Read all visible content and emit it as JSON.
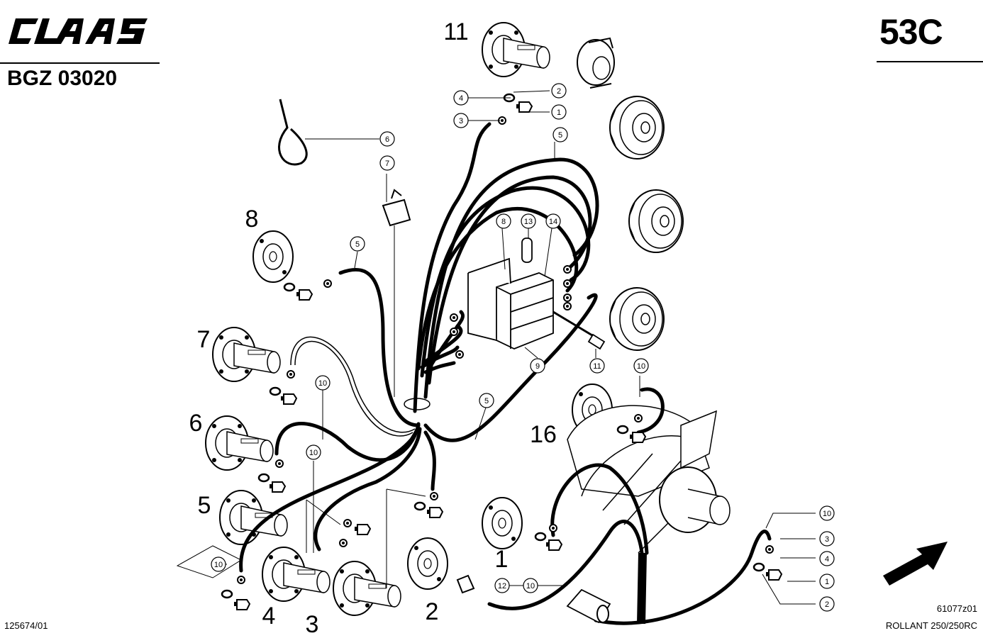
{
  "header": {
    "brand": "CLAAS",
    "page_code": "53C",
    "doc_number": "BGZ 03020"
  },
  "footer": {
    "ref_number": "125674/01",
    "drawing_id": "61077z01",
    "model": "ROLLANT 250/250RC"
  },
  "position_labels": [
    "1",
    "2",
    "3",
    "4",
    "5",
    "6",
    "7",
    "8",
    "11",
    "16"
  ],
  "callouts": [
    "1",
    "2",
    "3",
    "4",
    "5",
    "6",
    "7",
    "8",
    "9",
    "10",
    "11",
    "12",
    "13",
    "14"
  ]
}
